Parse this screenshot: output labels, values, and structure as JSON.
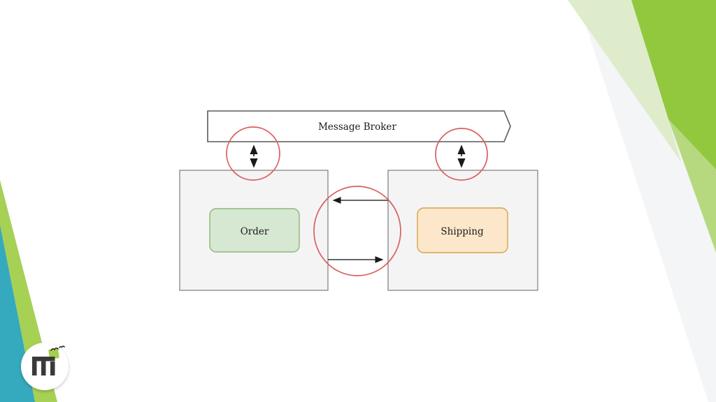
{
  "colors": {
    "offwhite": "#f3f5f6",
    "greenpale": "#dfeccb",
    "greendark": "#92c83e",
    "greenmid": "#b6d97f",
    "teal": "#35a9bd",
    "lime": "#a6d155",
    "red": "#d95f5e",
    "boxfill": "#f4f4f5",
    "boxborder": "#7d7d7d",
    "bannerborder": "#595959",
    "orderfill": "#d6e7d2",
    "orderborder": "#8db778",
    "shipfill": "#fde7ca",
    "shipborder": "#d5a44a",
    "ink": "#1a1a1a",
    "logodark": "#3a3a3b",
    "logogreen": "#a5cf4d"
  },
  "diagram": {
    "broker_label": "Message Broker",
    "services": {
      "left_label": "Order",
      "right_label": "Shipping"
    }
  }
}
